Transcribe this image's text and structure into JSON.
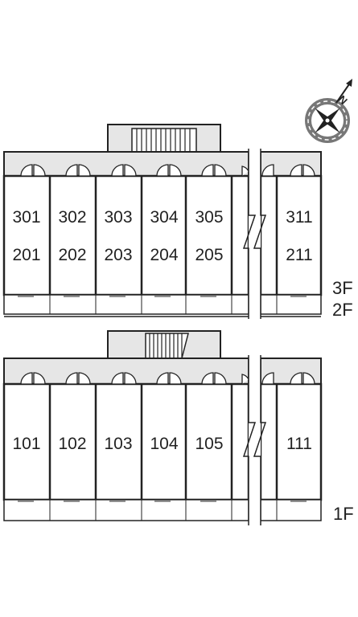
{
  "colors": {
    "corridor": "#e6e6e6",
    "wall": "#222222",
    "background": "#ffffff",
    "compass_ring": "#777777"
  },
  "compass": {
    "icon": "north-arrow-compass-icon",
    "label": "N"
  },
  "floors": {
    "upper": {
      "labels": [
        "3F",
        "2F"
      ],
      "units_top": [
        "301",
        "302",
        "303",
        "304",
        "305",
        "311"
      ],
      "units_bottom": [
        "201",
        "202",
        "203",
        "204",
        "205",
        "211"
      ]
    },
    "ground": {
      "labels": [
        "1F"
      ],
      "units": [
        "101",
        "102",
        "103",
        "104",
        "105",
        "111"
      ]
    }
  }
}
